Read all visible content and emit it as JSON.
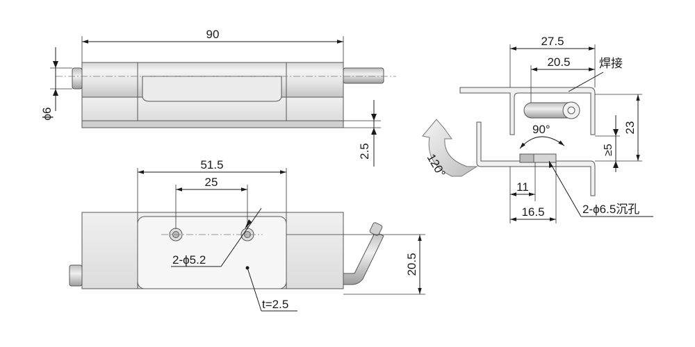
{
  "colors": {
    "line": "#1a1a1a",
    "metal_light": "#f2f2f2",
    "metal_mid": "#d9d9d9",
    "metal_dark": "#a8a8a8",
    "outline": "#555555"
  },
  "top_view": {
    "length_label": "90",
    "diameter_label": "ϕ6",
    "thickness_label": "2.5"
  },
  "front_view": {
    "hole_spacing_outer_label": "51.5",
    "hole_spacing_inner_label": "25",
    "hole_label": "2-ϕ5.2",
    "height_label": "20.5",
    "thickness_label": "t=2.5"
  },
  "side_view": {
    "width_outer_label": "27.5",
    "width_inner_label": "20.5",
    "weld_label": "焊接",
    "angle_label": "90°",
    "height_label": "23",
    "gap_label": "≥5",
    "offset_small_label": "11",
    "offset_large_label": "16.5",
    "countersink_label": "2-ϕ6.5沉孔",
    "rotation_label": "120°"
  }
}
